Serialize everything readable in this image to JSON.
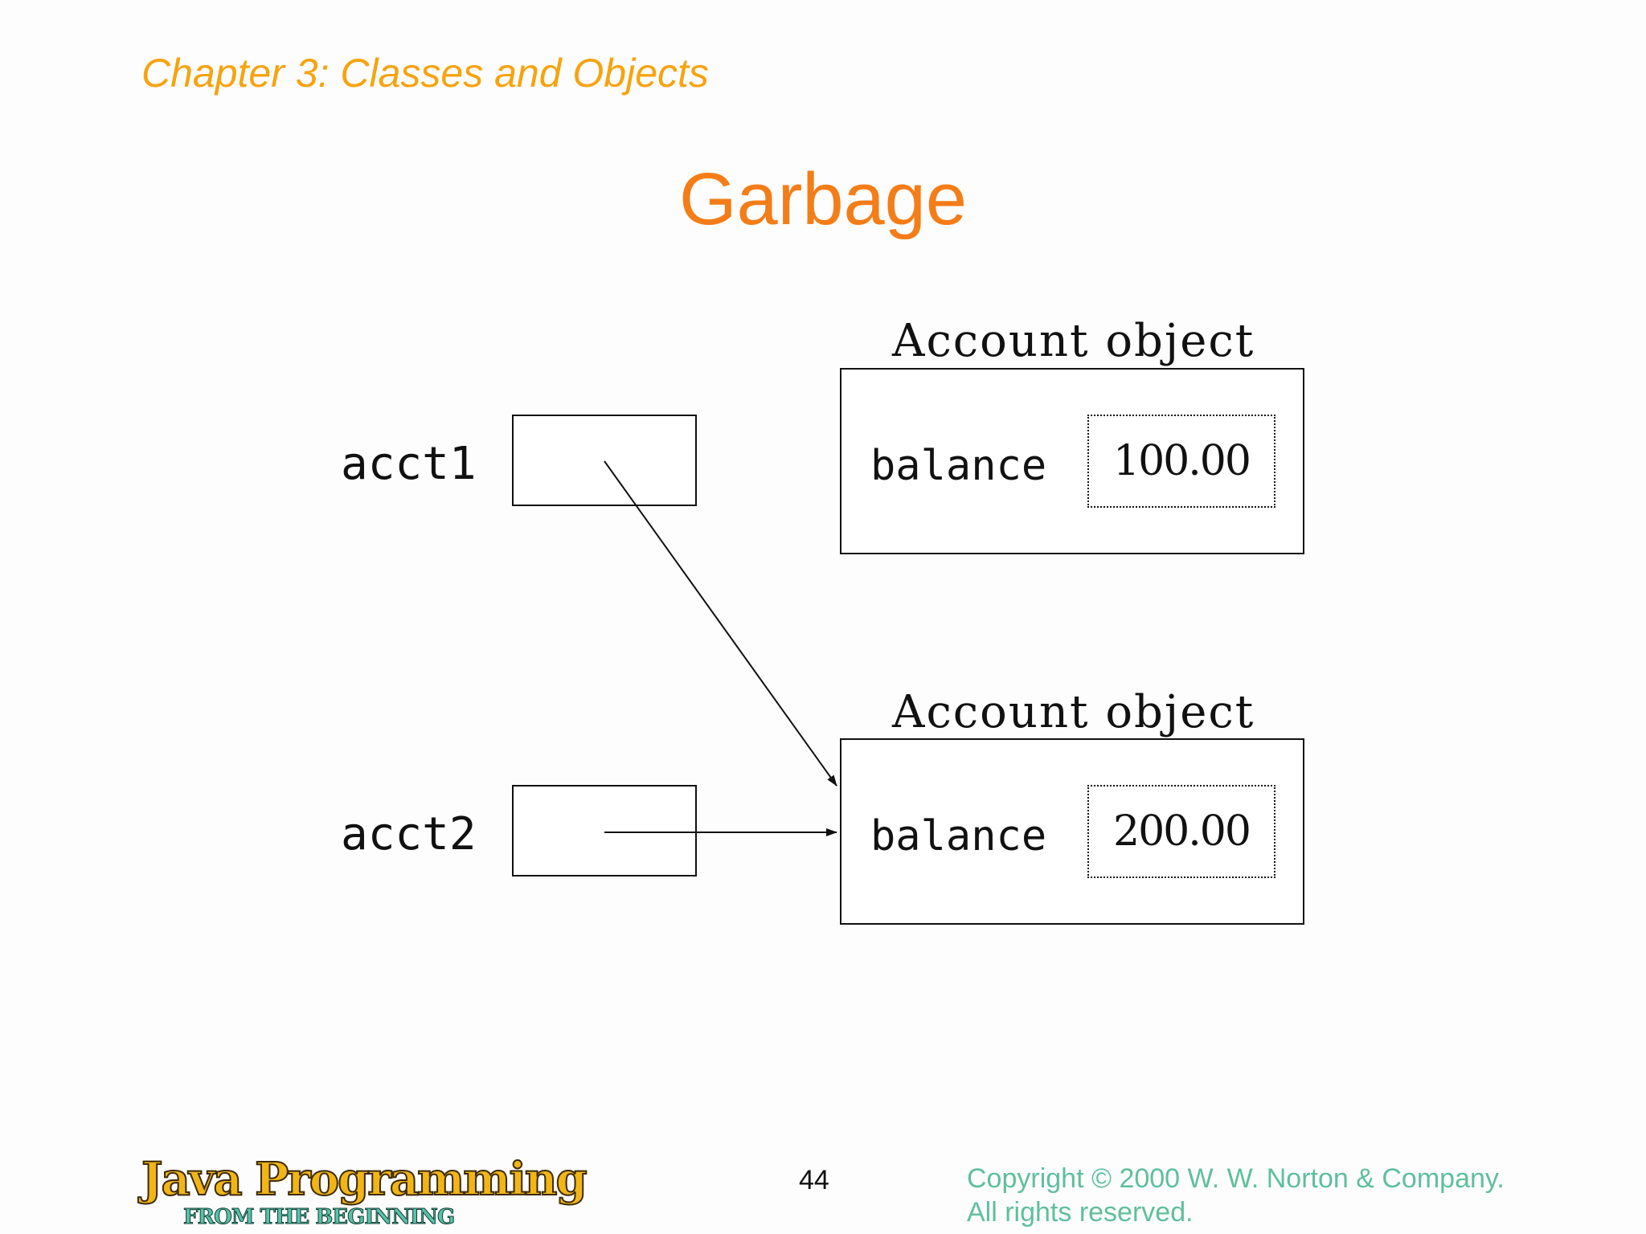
{
  "header": {
    "chapter": "Chapter 3: Classes and Objects"
  },
  "slide": {
    "title": "Garbage"
  },
  "diagram": {
    "variables": [
      {
        "name": "acct1"
      },
      {
        "name": "acct2"
      }
    ],
    "objects": [
      {
        "title": "Account object",
        "field": "balance",
        "value": "100.00"
      },
      {
        "title": "Account object",
        "field": "balance",
        "value": "200.00"
      }
    ]
  },
  "footer": {
    "logo_main": "Java Programming",
    "logo_sub": "FROM THE BEGINNING",
    "page_number": "44",
    "copyright_line1": "Copyright © 2000 W. W. Norton & Company.",
    "copyright_line2": "All rights reserved."
  },
  "colors": {
    "chapter": "#f7a30f",
    "title": "#f47d18",
    "copyright": "#5fbf9c"
  }
}
